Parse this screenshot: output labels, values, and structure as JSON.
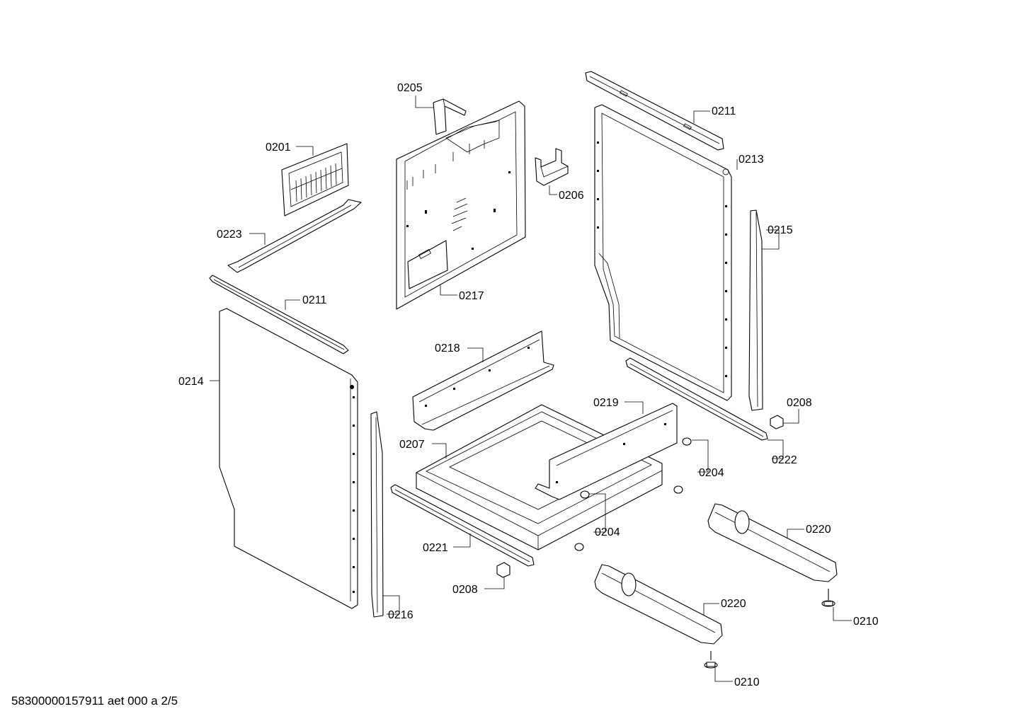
{
  "footer": "58300000157911 aet 000 a 2/5",
  "labels": {
    "p0201": "0201",
    "p0205": "0205",
    "p0223": "0223",
    "p0217": "0217",
    "p0206": "0206",
    "p0211_top": "0211",
    "p0213": "0213",
    "p0215": "0215",
    "p0211_left": "0211",
    "p0214": "0214",
    "p0218": "0218",
    "p0219": "0219",
    "p0208_right": "0208",
    "p0207": "0207",
    "p0222": "0222",
    "p0204_right": "0204",
    "p0204_center": "0204",
    "p0220_right": "0220",
    "p0221": "0221",
    "p0208_left": "0208",
    "p0216": "0216",
    "p0220_bottom": "0220",
    "p0210_right": "0210",
    "p0210_bottom": "0210"
  }
}
